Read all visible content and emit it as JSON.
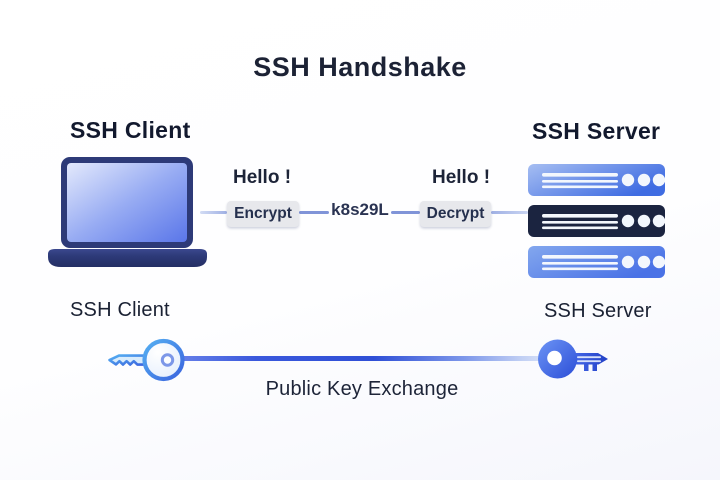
{
  "title": "SSH Handshake",
  "handshake": {
    "client_label": "SSH Client",
    "server_label": "SSH Server",
    "client_message": "Hello !",
    "server_message": "Hello !",
    "encrypt_label": "Encrypt",
    "decrypt_label": "Decrypt",
    "ciphertext": "k8s29L"
  },
  "exchange": {
    "client_label": "SSH Client",
    "server_label": "SSH Server",
    "caption": "Public Key Exchange"
  },
  "palette": {
    "title_text": "#1c2235",
    "dark_navy": "#1b2440",
    "laptop_frame": "#2d3a78",
    "screen_blue": "#5a76e9",
    "server_blue": "#3f6ce2",
    "badge_bg": "#e7e8ec",
    "connector_periwinkle": "#8094d8",
    "exchange_line_blue": "#2f4fd6",
    "key_outline_blue": "#3a63de"
  }
}
